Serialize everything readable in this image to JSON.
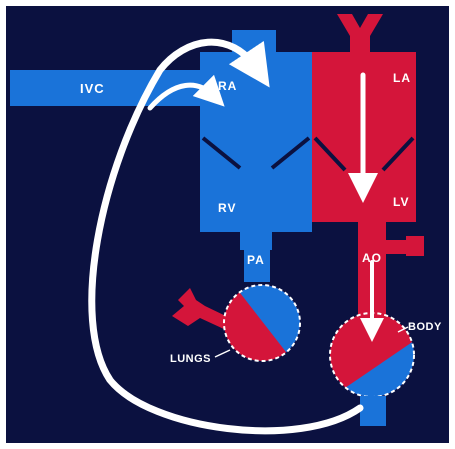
{
  "diagram": {
    "labels": {
      "ivc": "IVC",
      "ra": "RA",
      "la": "LA",
      "rv": "RV",
      "lv": "LV",
      "pa": "PA",
      "ao": "AO",
      "lungs": "LUNGS",
      "body": "BODY"
    },
    "colors": {
      "background": "#0b1140",
      "deoxygenated": "#1a73d9",
      "oxygenated": "#d4153a",
      "arrows": "#ffffff",
      "frame": "#ffffff"
    }
  }
}
